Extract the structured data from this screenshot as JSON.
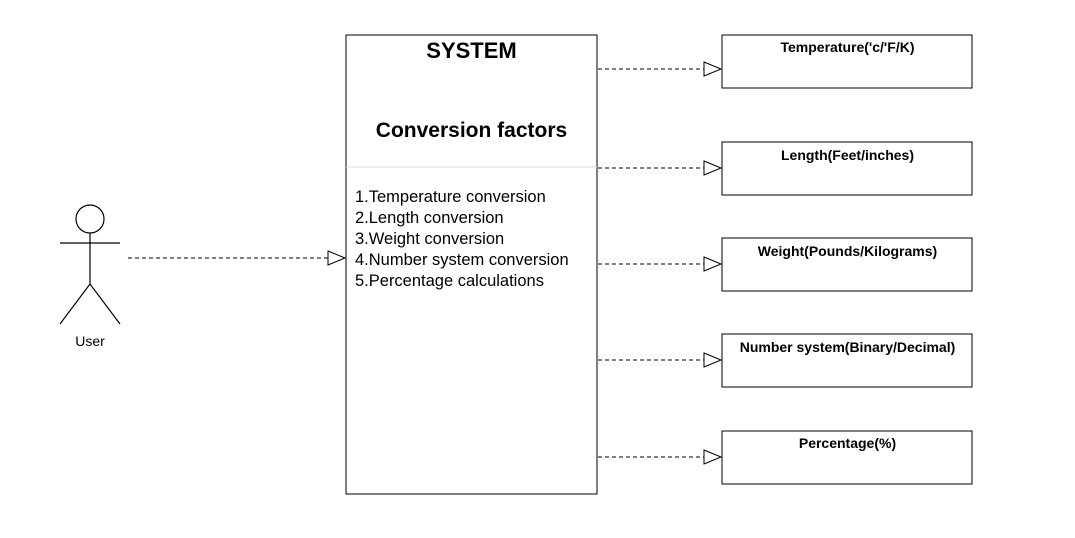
{
  "actor": {
    "label": "User"
  },
  "system": {
    "title": "SYSTEM",
    "subtitle": "Conversion factors",
    "items": [
      "1.Temperature conversion",
      "2.Length conversion",
      "3.Weight conversion",
      "4.Number system conversion",
      "5.Percentage calculations"
    ]
  },
  "targets": [
    {
      "label": "Temperature('c/'F/K)"
    },
    {
      "label": "Length(Feet/inches)"
    },
    {
      "label": "Weight(Pounds/Kilograms)"
    },
    {
      "label": "Number system(Binary/Decimal)"
    },
    {
      "label": "Percentage(%)"
    }
  ],
  "colors": {
    "line": "#000000",
    "divider": "#dddddd",
    "background": "#ffffff"
  }
}
